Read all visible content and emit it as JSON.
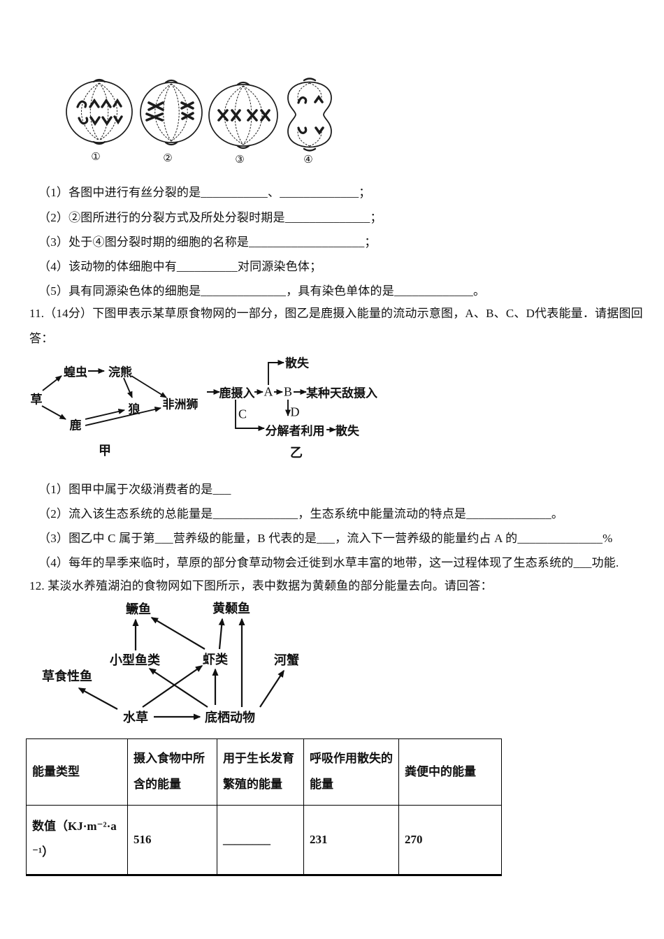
{
  "figure": {
    "labels": [
      "①",
      "②",
      "③",
      "④"
    ]
  },
  "q10": {
    "items": [
      "（1）各图中进行有丝分裂的是___________、_____________；",
      "（2）②图所进行的分裂方式及所处分裂时期是______________；",
      "（3）处于④图分裂时期的细胞的名称是___________________；",
      "（4）该动物的体细胞中有__________对同源染色体；",
      "（5）具有同源染色体的细胞是______________，具有染色单体的是_____________。"
    ]
  },
  "q11": {
    "stem_lines": [
      "11.（14分）下图甲表示某草原食物网的一部分，图乙是鹿摄入能量的流动示意图，A、B、C、D代表能量．请据图回",
      "答："
    ],
    "jia": {
      "grass": "草",
      "locust": "蝗虫",
      "raccoon": "浣熊",
      "wolf": "狼",
      "lion": "非洲狮",
      "deer": "鹿",
      "caption": "甲"
    },
    "yi": {
      "intake": "鹿摄入",
      "a": "A",
      "b": "B",
      "predator_intake": "某种天敌摄入",
      "loss_top": "散失",
      "c": "C",
      "d": "D",
      "decomposer": "分解者利用",
      "loss_bottom": "散失",
      "caption": "乙"
    },
    "items": [
      "（1）图甲中属于次级消费者的是___",
      "（2）流入该生态系统的总能量是______________，生态系统中能量流动的特点是______________。",
      "（3）图乙中 C 属于第___营养级的能量，B 代表的是___，流入下一营养级的能量约占 A 的______________%",
      "（4）每年的旱季来临时，草原的部分食草动物会迁徙到水草丰富的地带，这一过程体现了生态系统的___功能."
    ]
  },
  "q12": {
    "stem": "12. 某淡水养殖湖泊的食物网如下图所示，表中数据为黄颡鱼的部分能量去向。请回答：",
    "web": {
      "mandarin_fish": "鳜鱼",
      "yellow_catfish": "黄颡鱼",
      "small_fish": "小型鱼类",
      "shrimp": "虾类",
      "river_crab": "河蟹",
      "herbivorous_fish": "草食性鱼",
      "waterweed": "水草",
      "benthos": "底栖动物"
    },
    "table": {
      "headers": [
        "能量类型",
        "摄入食物中所含的能量",
        "用于生长发育繁殖的能量",
        "呼吸作用散失的能量",
        "粪便中的能量"
      ],
      "row": [
        "数值（KJ·m⁻²·a⁻¹）",
        "516",
        "________",
        "231",
        "270"
      ]
    }
  }
}
